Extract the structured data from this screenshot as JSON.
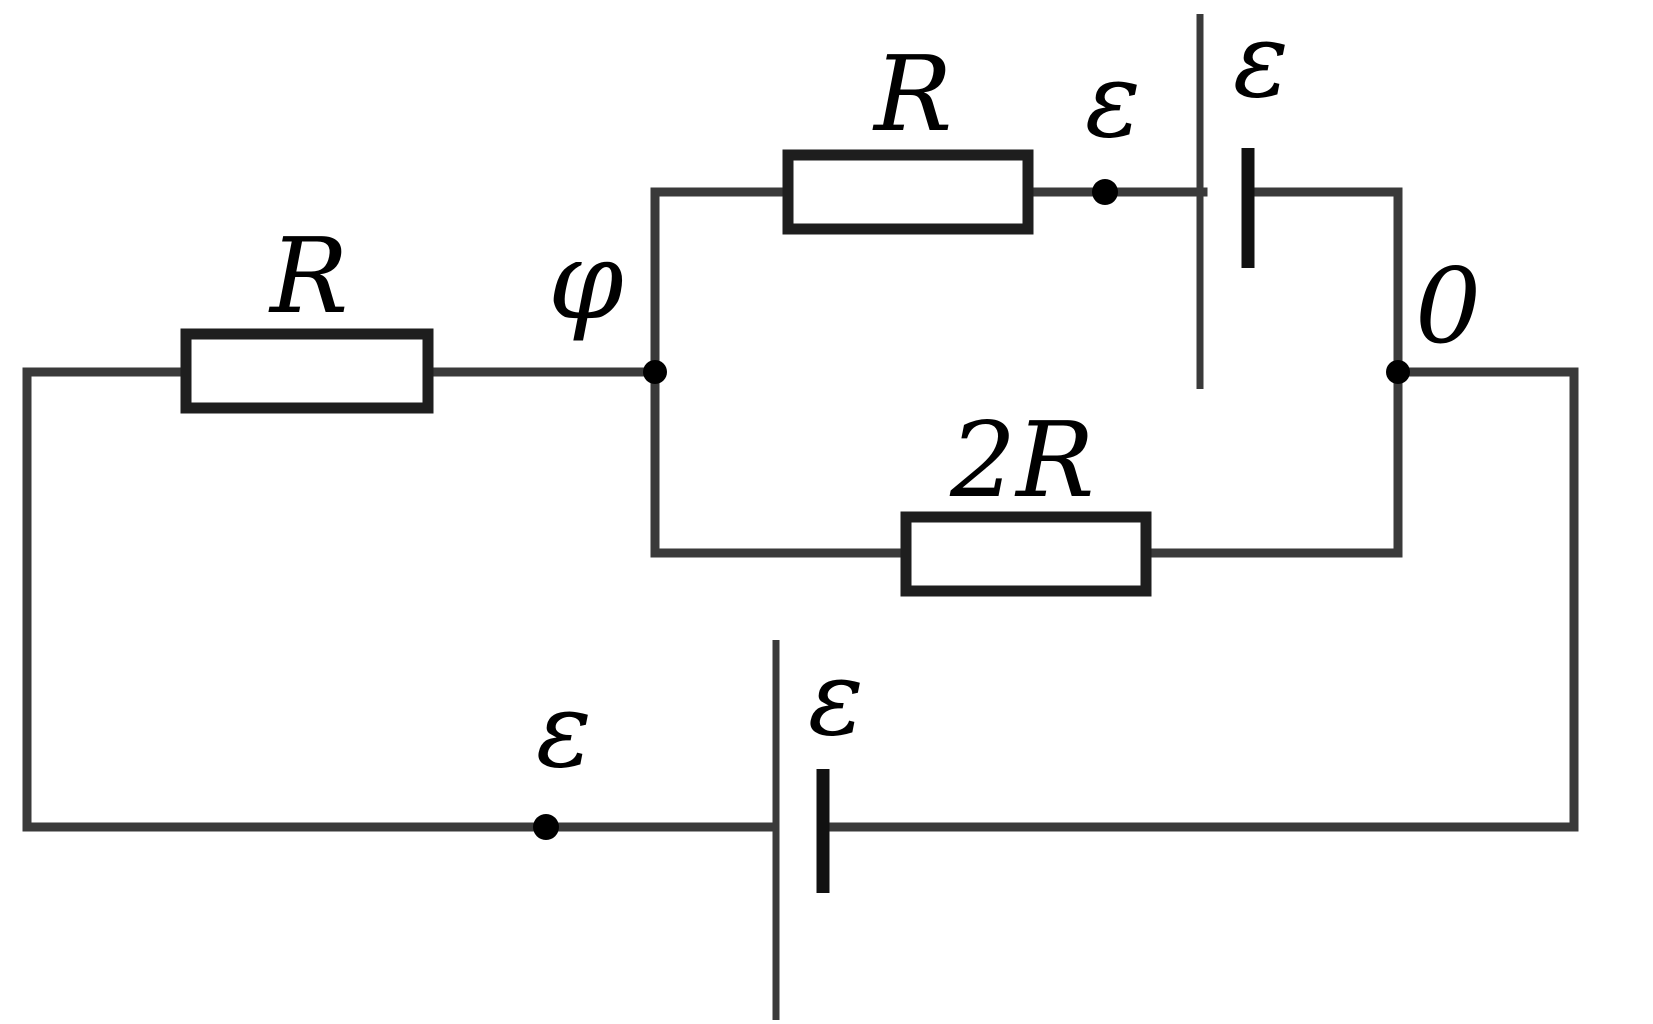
{
  "labels": {
    "r_left": "R",
    "r_top": "R",
    "r_bottom": "2R",
    "node_left": "φ",
    "node_right": "0",
    "top_terminal_emf": "ε",
    "top_battery_emf": "ε",
    "bottom_terminal_emf": "ε",
    "bottom_battery_emf": "ε"
  },
  "colors": {
    "wire": "#3a3a3a",
    "resistor_outline": "#1e1e1e",
    "background": "#ffffff",
    "node_right_label": "#000000"
  }
}
